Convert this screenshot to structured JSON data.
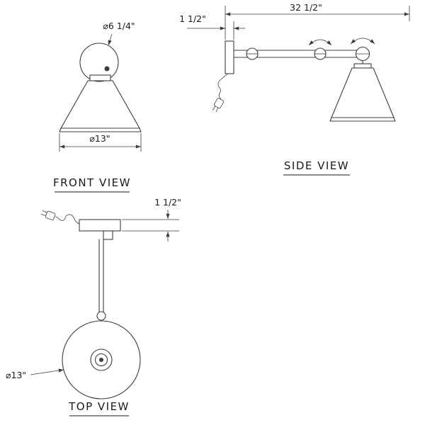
{
  "colors": {
    "ink": "#3c3c3c",
    "paper": "#ffffff",
    "text": "#1a1a1a"
  },
  "front_view": {
    "label": "FRONT VIEW",
    "canopy_diameter_label": "⌀6 1/4\"",
    "shade_diameter_label": "⌀13\""
  },
  "side_view": {
    "label": "SIDE VIEW",
    "extension_length_label": "32 1/2\"",
    "backplate_depth_label": "1 1/2\""
  },
  "top_view": {
    "label": "TOP VIEW",
    "backplate_depth_label": "1 1/2\"",
    "shade_diameter_label": "⌀13\""
  }
}
